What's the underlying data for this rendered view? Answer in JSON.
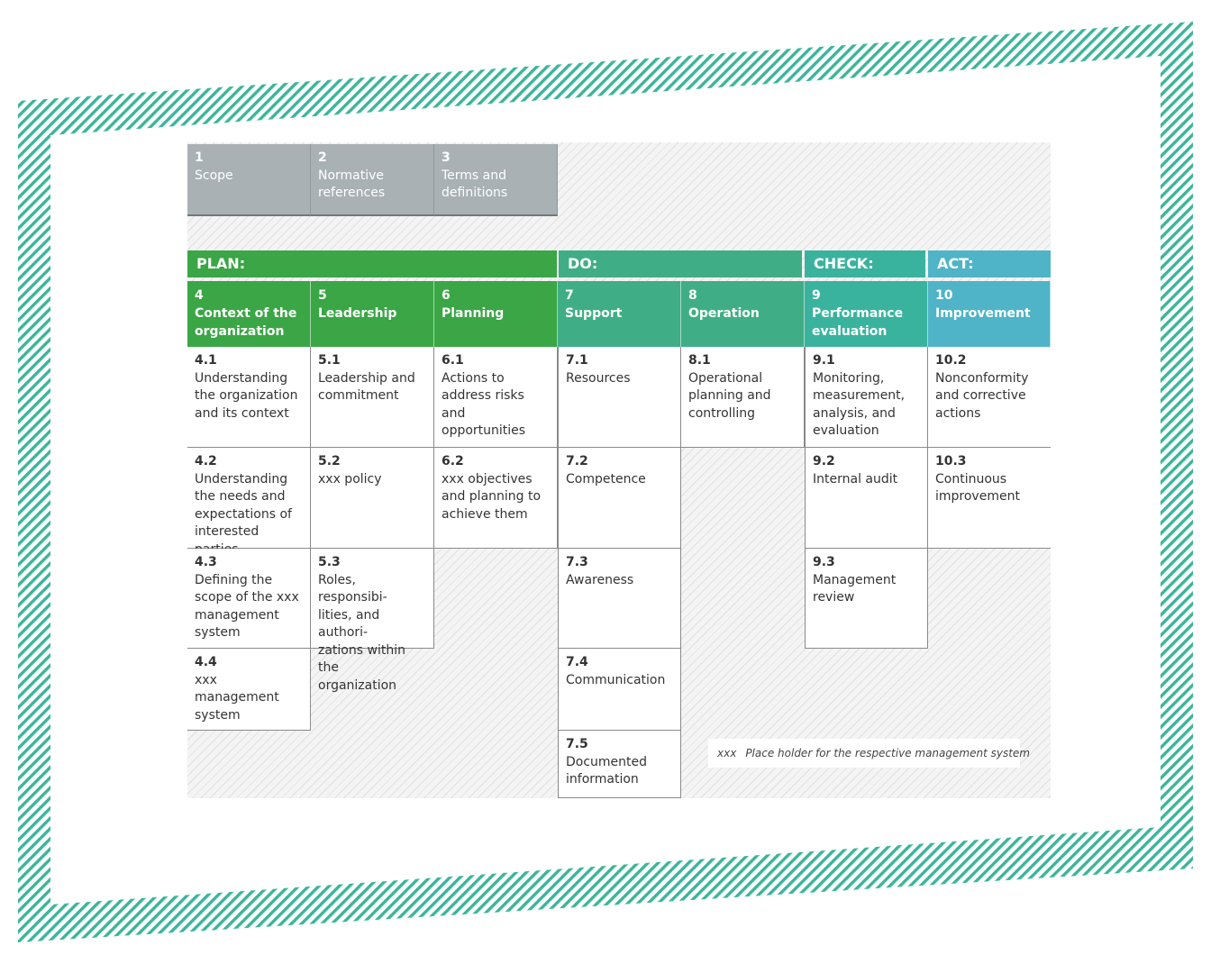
{
  "colors": {
    "plan": "#3aa645",
    "do": "#3fae86",
    "check": "#3ab39e",
    "act": "#4fb4c7",
    "frame_stripe": "#3bb59c"
  },
  "top_clauses": [
    {
      "num": "1",
      "text": "Scope"
    },
    {
      "num": "2",
      "text": "Normative\nreferences"
    },
    {
      "num": "3",
      "text": "Terms and\ndefinitions"
    }
  ],
  "phases": [
    {
      "label": "PLAN:"
    },
    {
      "label": "DO:"
    },
    {
      "label": "CHECK:"
    },
    {
      "label": "ACT:"
    }
  ],
  "clauses": [
    {
      "num": "4",
      "title": "Context of the\norganization"
    },
    {
      "num": "5",
      "title": "Leadership"
    },
    {
      "num": "6",
      "title": "Planning"
    },
    {
      "num": "7",
      "title": "Support"
    },
    {
      "num": "8",
      "title": "Operation"
    },
    {
      "num": "9",
      "title": "Performance\nevaluation"
    },
    {
      "num": "10",
      "title": "Improvement"
    }
  ],
  "subclauses": [
    [
      {
        "num": "4.1",
        "text": "Understanding\nthe organization\nand its context"
      },
      {
        "num": "4.2",
        "text": "Understanding\nthe needs and\nexpectations of\ninterested parties"
      },
      {
        "num": "4.3",
        "text": "Defining the\nscope of the xxx\nmanagement\nsystem"
      },
      {
        "num": "4.4",
        "text": "xxx\nmanagement\nsystem"
      }
    ],
    [
      {
        "num": "5.1",
        "text": "Leadership and\ncommitment"
      },
      {
        "num": "5.2",
        "text": "xxx policy"
      },
      {
        "num": "5.3",
        "text": "Roles, responsibi-\nlities, and authori-\nzations within the\norganization"
      }
    ],
    [
      {
        "num": "6.1",
        "text": "Actions to\naddress risks and\nopportunities"
      },
      {
        "num": "6.2",
        "text": "xxx objectives\nand planning to\nachieve them"
      }
    ],
    [
      {
        "num": "7.1",
        "text": "Resources"
      },
      {
        "num": "7.2",
        "text": "Competence"
      },
      {
        "num": "7.3",
        "text": "Awareness"
      },
      {
        "num": "7.4",
        "text": "Communication"
      },
      {
        "num": "7.5",
        "text": "Documented\ninformation"
      }
    ],
    [
      {
        "num": "8.1",
        "text": "Operational\nplanning and\ncontrolling"
      }
    ],
    [
      {
        "num": "9.1",
        "text": "Monitoring,\nmeasurement,\nanalysis, and\nevaluation"
      },
      {
        "num": "9.2",
        "text": "Internal audit"
      },
      {
        "num": "9.3",
        "text": "Management\nreview"
      }
    ],
    [
      {
        "num": "10.2",
        "text": "Nonconformity\nand corrective\nactions"
      },
      {
        "num": "10.3",
        "text": "Continuous\nimprovement"
      }
    ]
  ],
  "legend": {
    "abbr": "xxx",
    "text": "Place holder for the respective management system"
  }
}
